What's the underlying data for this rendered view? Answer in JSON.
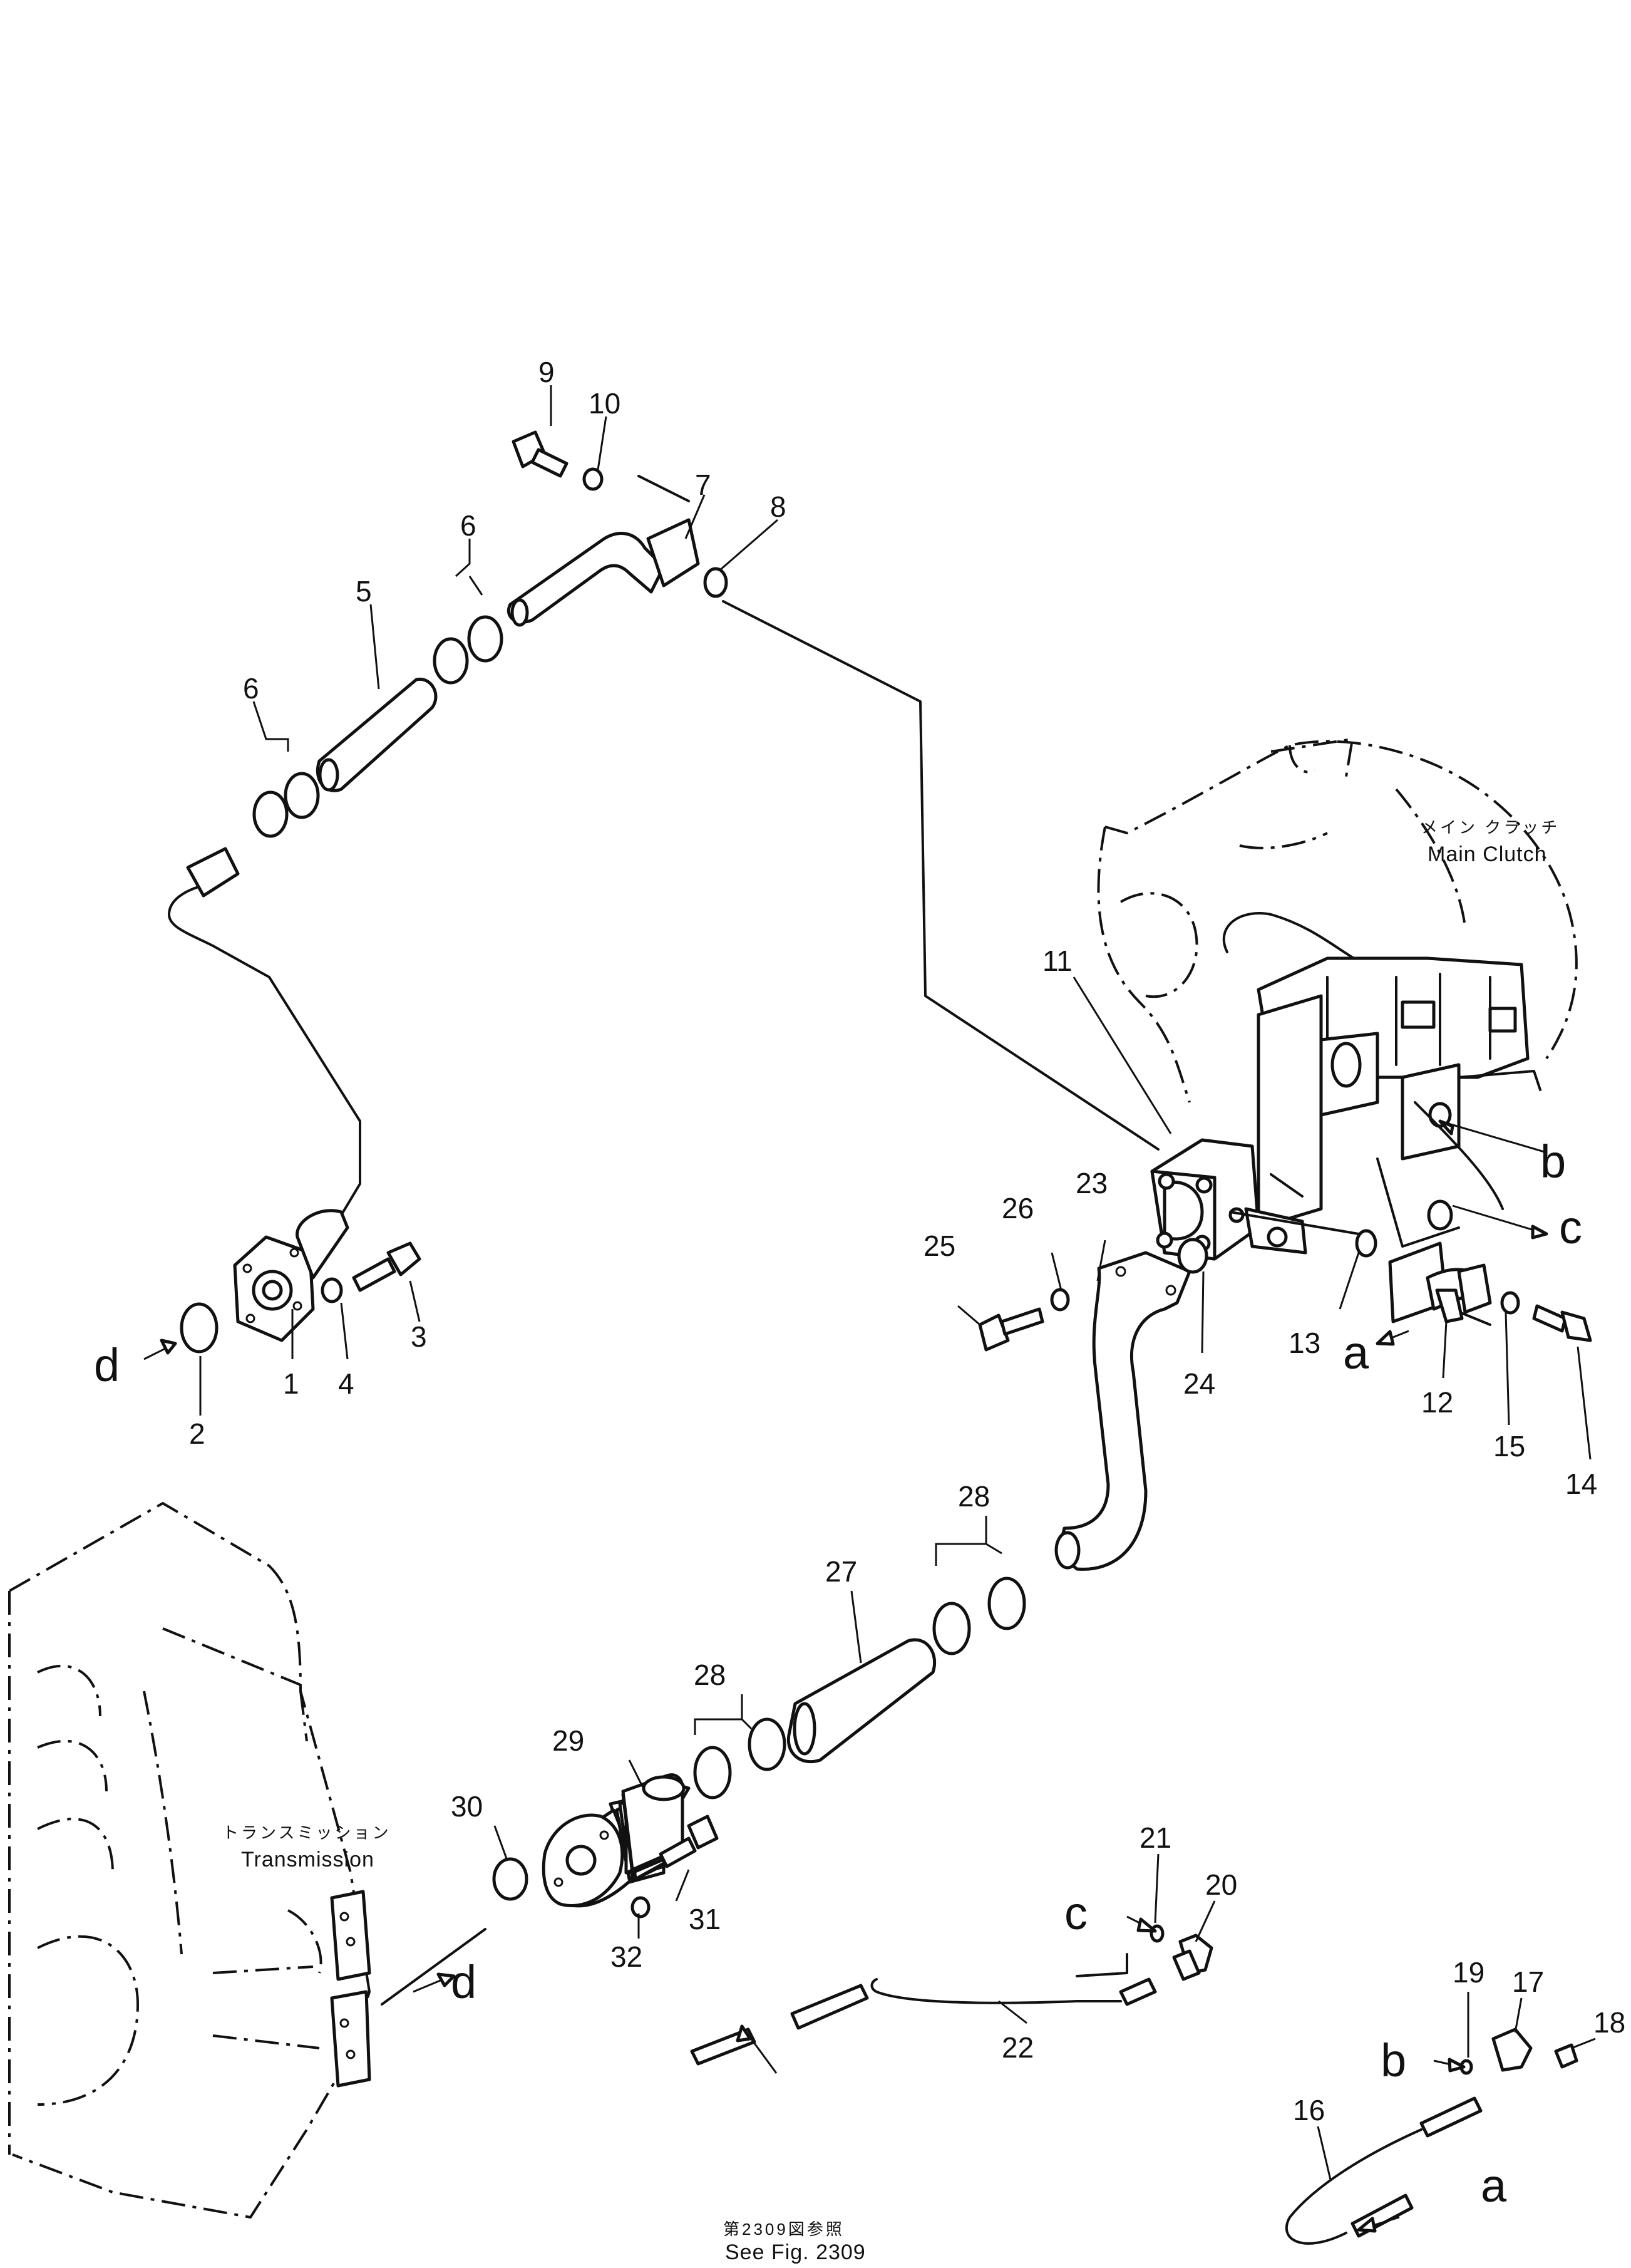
{
  "diagram": {
    "callouts": [
      {
        "id": "1",
        "label": "1"
      },
      {
        "id": "2",
        "label": "2"
      },
      {
        "id": "3",
        "label": "3"
      },
      {
        "id": "4",
        "label": "4"
      },
      {
        "id": "5",
        "label": "5"
      },
      {
        "id": "6a",
        "label": "6"
      },
      {
        "id": "6b",
        "label": "6"
      },
      {
        "id": "7",
        "label": "7"
      },
      {
        "id": "8",
        "label": "8"
      },
      {
        "id": "9",
        "label": "9"
      },
      {
        "id": "10",
        "label": "10"
      },
      {
        "id": "11",
        "label": "11"
      },
      {
        "id": "12",
        "label": "12"
      },
      {
        "id": "13",
        "label": "13"
      },
      {
        "id": "14",
        "label": "14"
      },
      {
        "id": "15",
        "label": "15"
      },
      {
        "id": "16",
        "label": "16"
      },
      {
        "id": "17",
        "label": "17"
      },
      {
        "id": "18",
        "label": "18"
      },
      {
        "id": "19",
        "label": "19"
      },
      {
        "id": "20",
        "label": "20"
      },
      {
        "id": "21",
        "label": "21"
      },
      {
        "id": "22",
        "label": "22"
      },
      {
        "id": "23",
        "label": "23"
      },
      {
        "id": "24",
        "label": "24"
      },
      {
        "id": "25",
        "label": "25"
      },
      {
        "id": "26",
        "label": "26"
      },
      {
        "id": "27",
        "label": "27"
      },
      {
        "id": "28a",
        "label": "28"
      },
      {
        "id": "28b",
        "label": "28"
      },
      {
        "id": "29",
        "label": "29"
      },
      {
        "id": "30",
        "label": "30"
      },
      {
        "id": "31",
        "label": "31"
      },
      {
        "id": "32",
        "label": "32"
      }
    ],
    "references": {
      "a1": "a",
      "a2": "a",
      "b1": "b",
      "b2": "b",
      "c1": "c",
      "c2": "c",
      "d1": "d",
      "d2": "d"
    },
    "captions": {
      "main_clutch_jp": "メイン クラッチ",
      "main_clutch_en": "Main Clutch",
      "transmission_jp": "トランスミッション",
      "transmission_en": "Transmission",
      "see_fig_jp": "第2309図参照",
      "see_fig_en": "See Fig. 2309"
    }
  }
}
